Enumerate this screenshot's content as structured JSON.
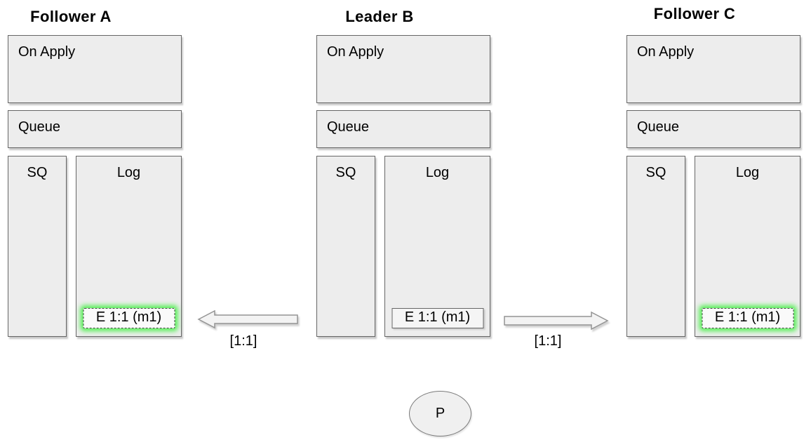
{
  "diagram": {
    "nodes": [
      {
        "title": "Follower A",
        "on_apply": "On Apply",
        "queue": "Queue",
        "sq": "SQ",
        "log": "Log",
        "log_entry": {
          "label": "E 1:1 (m1)",
          "highlighted": true
        }
      },
      {
        "title": "Leader B",
        "on_apply": "On Apply",
        "queue": "Queue",
        "sq": "SQ",
        "log": "Log",
        "log_entry": {
          "label": "E 1:1 (m1)",
          "highlighted": false
        }
      },
      {
        "title": "Follower C",
        "on_apply": "On Apply",
        "queue": "Queue",
        "sq": "SQ",
        "log": "Log",
        "log_entry": {
          "label": "E 1:1 (m1)",
          "highlighted": true
        }
      }
    ],
    "arrows": [
      {
        "direction": "left",
        "label": "[1:1]"
      },
      {
        "direction": "right",
        "label": "[1:1]"
      }
    ],
    "process": {
      "label": "P"
    },
    "colors": {
      "background": "#ffffff",
      "node_fill": "#ededed",
      "node_border": "#666666",
      "entry_glow_green": "#3ef03e",
      "arrow_fill": "#f3f3f3",
      "arrow_stroke": "#949494"
    }
  }
}
